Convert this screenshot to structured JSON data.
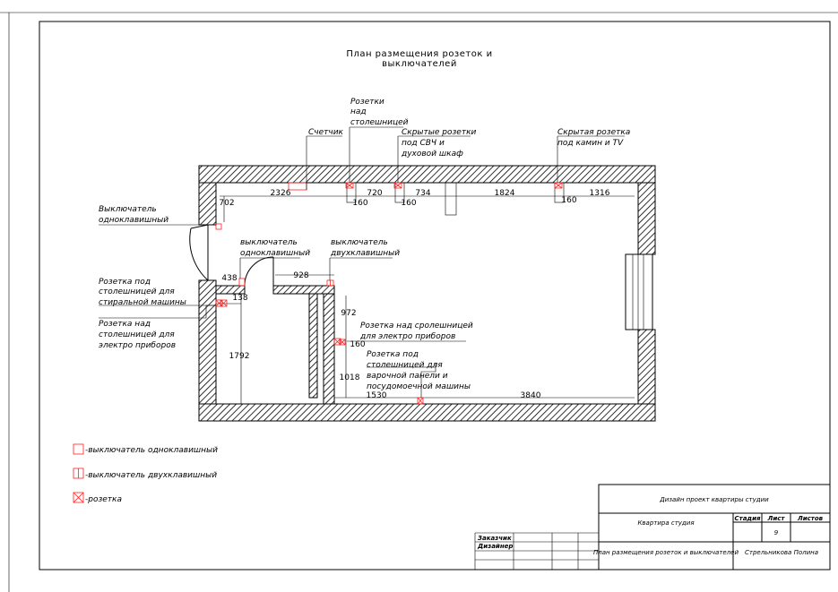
{
  "title": {
    "line1": "План размещения розеток и",
    "line2": "выключателей"
  },
  "callouts": {
    "meter": "Счетчик",
    "counter_sockets": [
      "Розетки",
      "над",
      "столешницей"
    ],
    "hidden_oven": [
      "Скрытые розетки",
      "под СВЧ и",
      "духовой шкаф"
    ],
    "hidden_tv": [
      "Скрытая розетка",
      "под камин и TV"
    ],
    "switch_single_left": [
      "Выключатель",
      "одноклавишный"
    ],
    "socket_washing": [
      "Розетка под",
      "столешницей для",
      "стиральной машины"
    ],
    "socket_appliances_left": [
      "Розетка над",
      "столешницей для",
      "электро приборов"
    ],
    "switch_single_mid": [
      "выключатель",
      "одноклавишный"
    ],
    "switch_double_mid": [
      "выключатель",
      "двухклавишный"
    ],
    "socket_appliances_right": [
      "Розетка над сролешницей",
      "для электро приборов"
    ],
    "socket_hob": [
      "Розетка под",
      "столешницей для",
      "варочной панели и",
      "посудомоечной машины"
    ]
  },
  "dimensions": {
    "d2326": "2326",
    "d720": "720",
    "d734": "734",
    "d1824": "1824",
    "d1316": "1316",
    "d702": "702",
    "d160a": "160",
    "d160b": "160",
    "d160c": "160",
    "d160d": "160",
    "d438": "438",
    "d138": "138",
    "d928": "928",
    "d972": "972",
    "d1792": "1792",
    "d1018": "1018",
    "d1530": "1530",
    "d3840": "3840"
  },
  "legend": {
    "single_switch": "-выключатель одноклавишный",
    "double_switch": "-выключатель двухклавишный",
    "socket": "-розетка"
  },
  "title_block": {
    "project": "Дизайн проект квартиры студии",
    "object": "Квартира студия",
    "col_stage": "Стадия",
    "col_sheet": "Лист",
    "col_sheets": "Листов",
    "sheet_no": "9",
    "drawing_name": "План размещения розеток и выключателей",
    "author": "Стрельникова Полина",
    "customer": "Заказчик",
    "designer": "Дизайнер"
  },
  "colors": {
    "ink": "#000000",
    "marker": "#ff2020"
  }
}
